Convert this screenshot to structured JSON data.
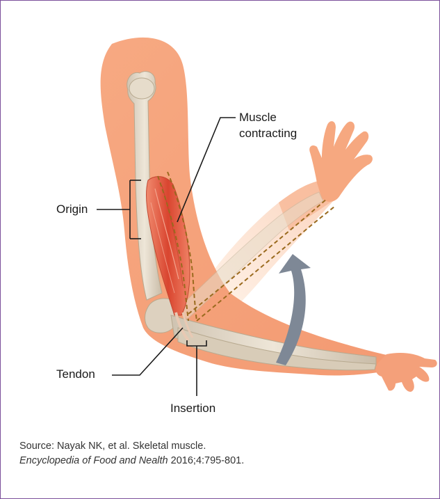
{
  "labels": {
    "muscle_line1": "Muscle",
    "muscle_line2": "contracting",
    "origin": "Origin",
    "tendon": "Tendon",
    "insertion": "Insertion"
  },
  "caption": {
    "line1": "Source: Nayak NK, et al. Skeletal muscle.",
    "journal": "Encyclopedia of Food and Nealth",
    "citation": " 2016;4:795-801."
  },
  "colors": {
    "frame_border": "#7a4f9a",
    "skin": "#f6a17a",
    "skin_light": "#fbd3bd",
    "bone": "#e2d8c8",
    "muscle": "#e0563f",
    "arrow": "#7e8896",
    "dashed_line": "#9a6a1e"
  }
}
